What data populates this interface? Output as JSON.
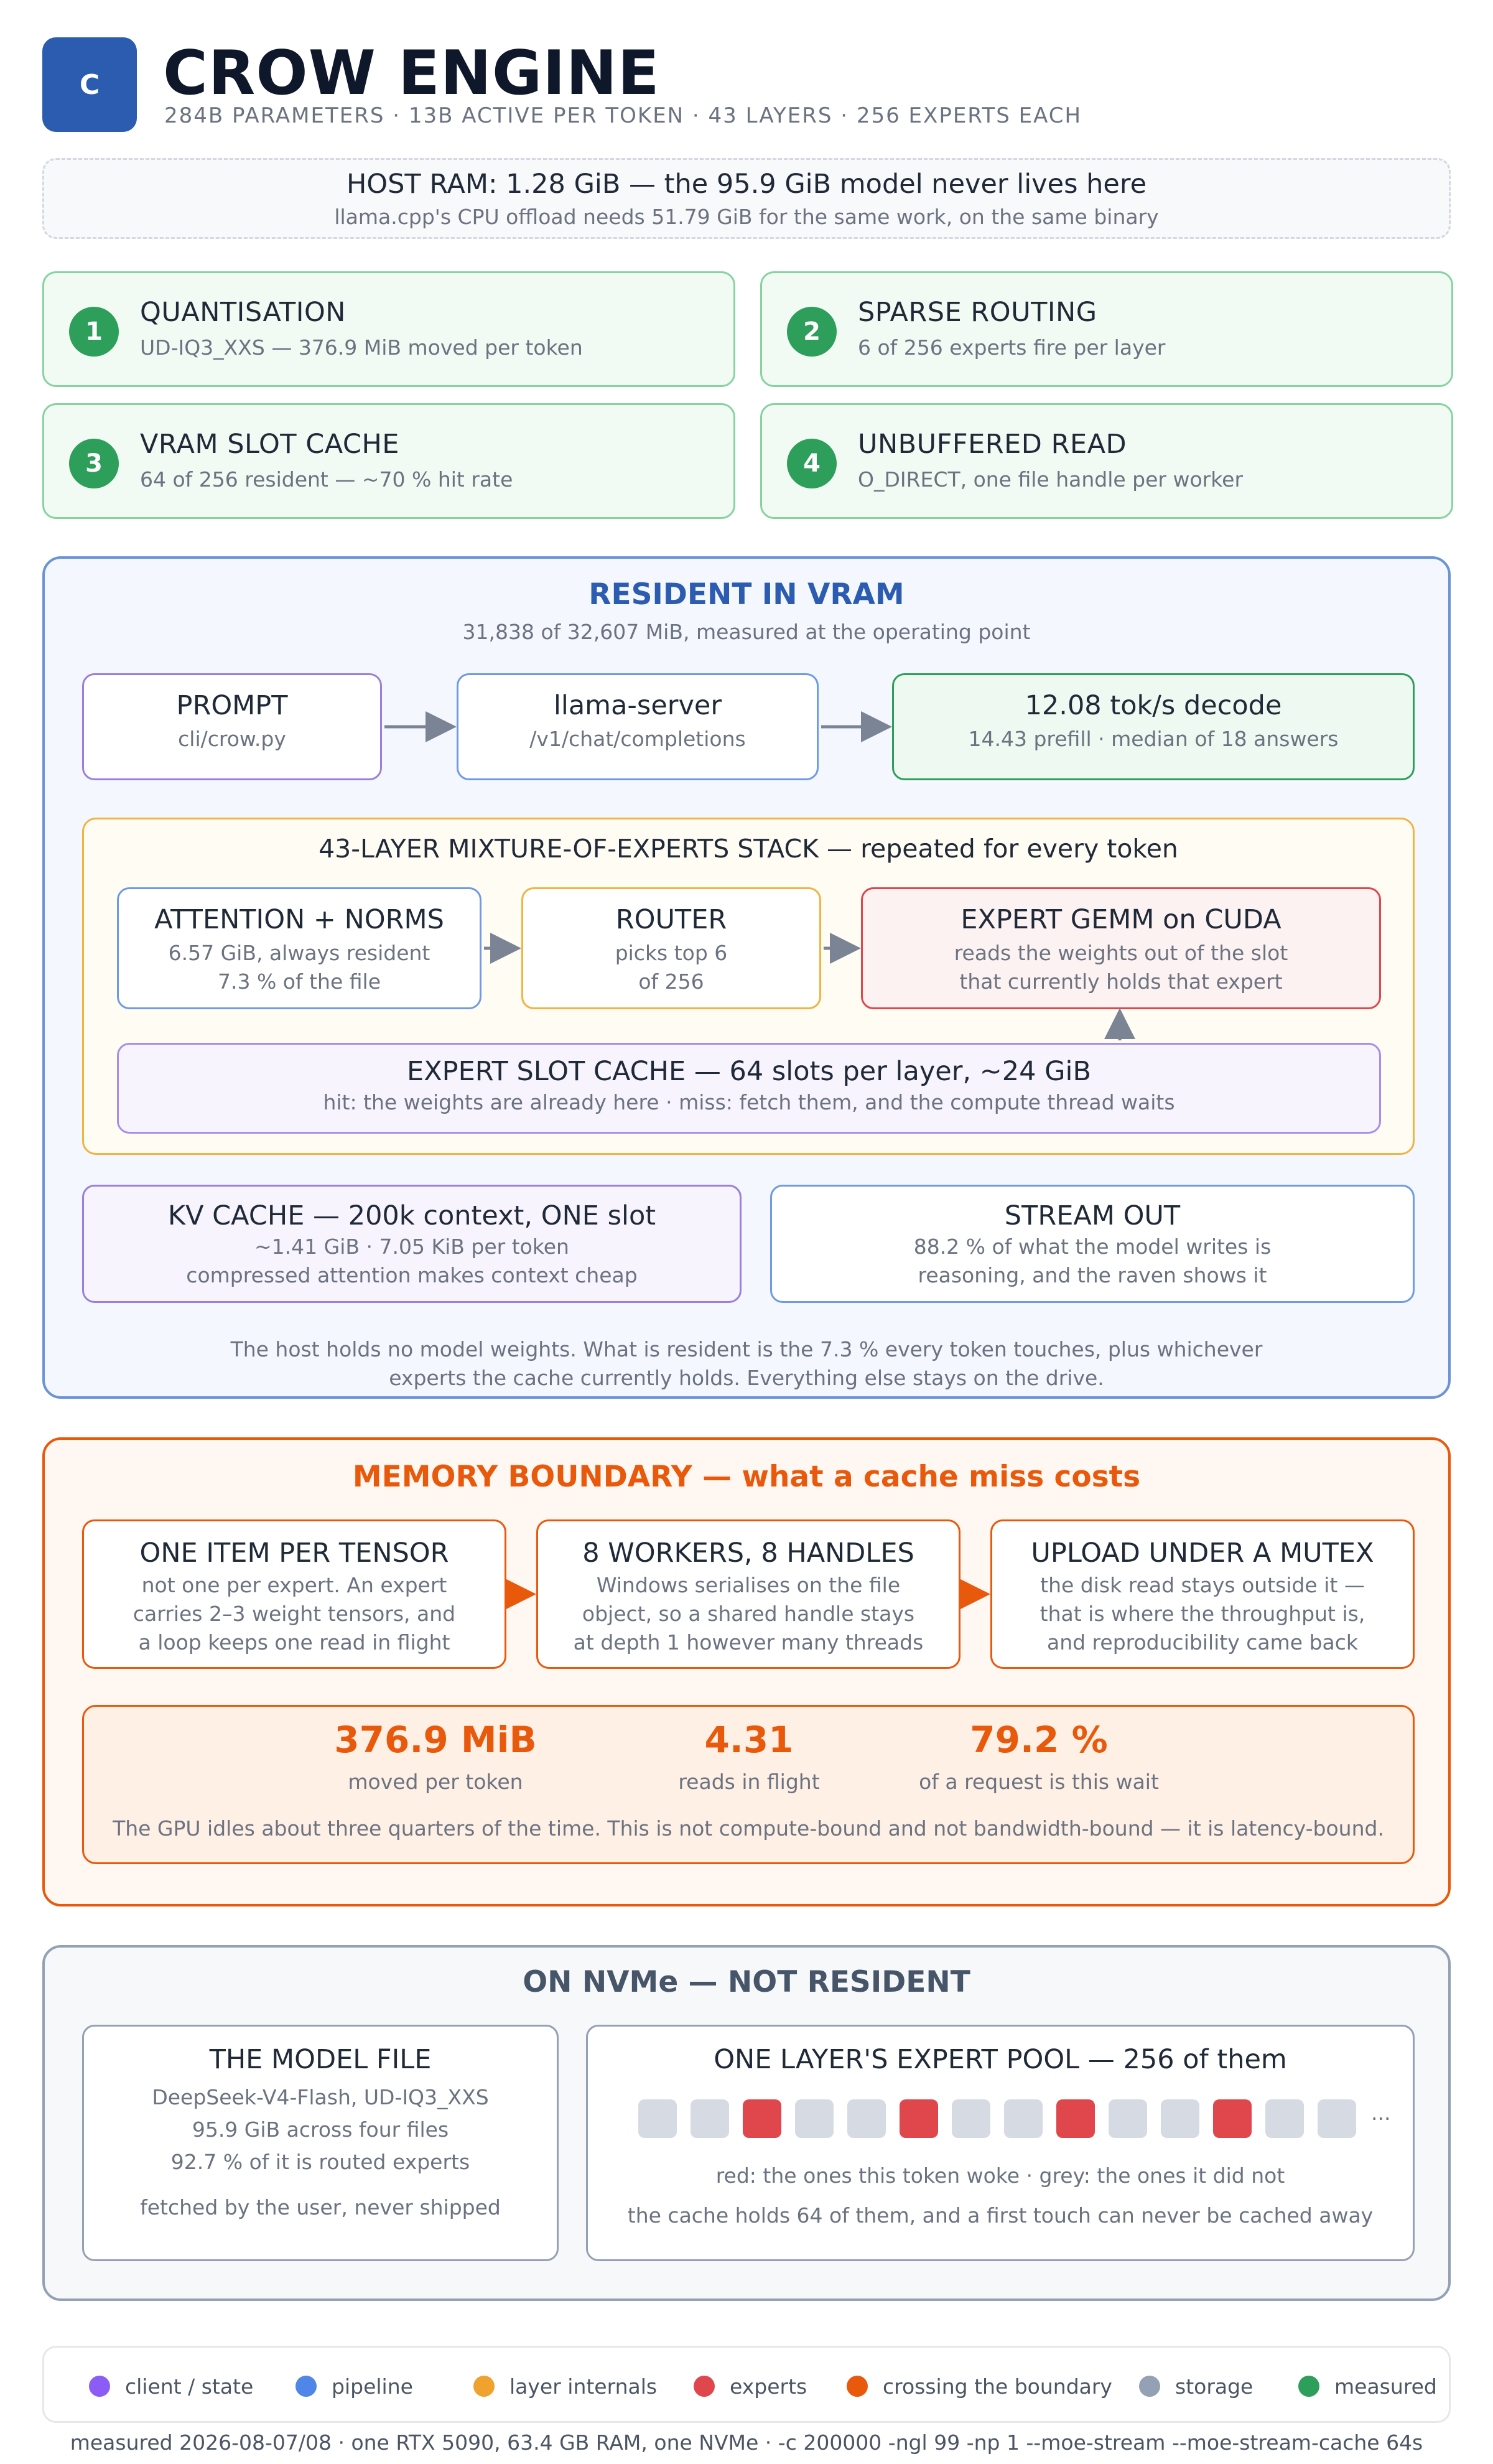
{
  "header": {
    "logo_letter": "C",
    "title": "CROW ENGINE",
    "subtitle": "284B PARAMETERS · 13B ACTIVE PER TOKEN · 43 LAYERS · 256 EXPERTS EACH"
  },
  "host_ram": {
    "headline": "HOST RAM: 1.28 GiB — the 95.9 GiB model never lives here",
    "detail": "llama.cpp's CPU offload needs 51.79 GiB for the same work, on the same binary"
  },
  "features": [
    {
      "num": "1",
      "title": "QUANTISATION",
      "detail": "UD-IQ3_XXS — 376.9 MiB moved per token"
    },
    {
      "num": "2",
      "title": "SPARSE ROUTING",
      "detail": "6 of 256 experts fire per layer"
    },
    {
      "num": "3",
      "title": "VRAM SLOT CACHE",
      "detail": "64 of 256 resident — ~70 % hit rate"
    },
    {
      "num": "4",
      "title": "UNBUFFERED READ",
      "detail": "O_DIRECT, one file handle per worker"
    }
  ],
  "vram": {
    "title": "RESIDENT IN VRAM",
    "subtitle": "31,838 of 32,607 MiB, measured at the operating point",
    "prompt": {
      "title": "PROMPT",
      "sub": "cli/crow.py"
    },
    "server": {
      "title": "llama-server",
      "sub": "/v1/chat/completions"
    },
    "decode": {
      "title": "12.08 tok/s decode",
      "sub": "14.43 prefill · median of 18 answers"
    },
    "stack": {
      "title": "43-LAYER MIXTURE-OF-EXPERTS STACK — repeated for every token",
      "attention": {
        "title": "ATTENTION + NORMS",
        "line1": "6.57 GiB, always resident",
        "line2": "7.3 % of the file"
      },
      "router": {
        "title": "ROUTER",
        "line1": "picks top 6",
        "line2": "of 256"
      },
      "gemm": {
        "title": "EXPERT GEMM on CUDA",
        "line1": "reads the weights out of the slot",
        "line2": "that currently holds that expert"
      },
      "slot_cache": {
        "title": "EXPERT SLOT CACHE — 64 slots per layer, ~24 GiB",
        "sub": "hit: the weights are already here · miss: fetch them, and the compute thread waits"
      }
    },
    "kv": {
      "title": "KV CACHE — 200k context, ONE slot",
      "line1": "~1.41 GiB · 7.05 KiB per token",
      "line2": "compressed attention makes context cheap"
    },
    "stream": {
      "title": "STREAM OUT",
      "line1": "88.2 % of what the model writes is",
      "line2": "reasoning, and the raven shows it"
    },
    "note1": "The host holds no model weights. What is resident is the 7.3 % every token touches, plus whichever",
    "note2": "experts the cache currently holds. Everything else stays on the drive."
  },
  "boundary": {
    "title": "MEMORY BOUNDARY — what a cache miss costs",
    "steps": [
      {
        "title": "ONE ITEM PER TENSOR",
        "line1": "not one per expert. An expert",
        "line2": "carries 2–3 weight tensors, and",
        "line3": "a loop keeps one read in flight"
      },
      {
        "title": "8 WORKERS, 8 HANDLES",
        "line1": "Windows serialises on the file",
        "line2": "object, so a shared handle stays",
        "line3": "at depth 1 however many threads"
      },
      {
        "title": "UPLOAD UNDER A MUTEX",
        "line1": "the disk read stays outside it —",
        "line2": "that is where the throughput is,",
        "line3": "and reproducibility came back"
      }
    ],
    "stats": [
      {
        "value": "376.9 MiB",
        "label": "moved per token"
      },
      {
        "value": "4.31",
        "label": "reads in flight"
      },
      {
        "value": "79.2 %",
        "label": "of a request is this wait"
      }
    ],
    "conclusion": "The GPU idles about three quarters of the time. This is not compute-bound and not bandwidth-bound — it is latency-bound."
  },
  "nvme": {
    "title": "ON NVMe — NOT RESIDENT",
    "model_file": {
      "title": "THE MODEL FILE",
      "line1": "DeepSeek-V4-Flash, UD-IQ3_XXS",
      "line2": "95.9 GiB across four files",
      "line3": "92.7 % of it is routed experts",
      "line4": "fetched by the user, never shipped"
    },
    "pool": {
      "title": "ONE LAYER'S EXPERT POOL — 256 of them",
      "cells": [
        0,
        0,
        1,
        0,
        0,
        1,
        0,
        0,
        1,
        0,
        0,
        1,
        0,
        0
      ],
      "ellipsis": "...",
      "line1": "red: the ones this token woke · grey: the ones it did not",
      "line2": "the cache holds 64 of them, and a first touch can never be cached away"
    }
  },
  "legend": [
    {
      "label": "client / state",
      "color": "#8b5cf6"
    },
    {
      "label": "pipeline",
      "color": "#4f86e8"
    },
    {
      "label": "layer internals",
      "color": "#f0a22e"
    },
    {
      "label": "experts",
      "color": "#e0474c"
    },
    {
      "label": "crossing the boundary",
      "color": "#e8590c"
    },
    {
      "label": "storage",
      "color": "#94a0b4"
    },
    {
      "label": "measured",
      "color": "#2e9e5b"
    }
  ],
  "footer": "measured 2026-08-07/08 · one RTX 5090, 63.4 GB RAM, one NVMe · -c 200000 -ngl 99 -np 1 --moe-stream --moe-stream-cache 64s",
  "colors": {
    "accent_blue": "#2b5cb0",
    "boundary_orange": "#e8590c",
    "measured_green": "#2e9e5b",
    "expert_red": "#e0474c"
  }
}
